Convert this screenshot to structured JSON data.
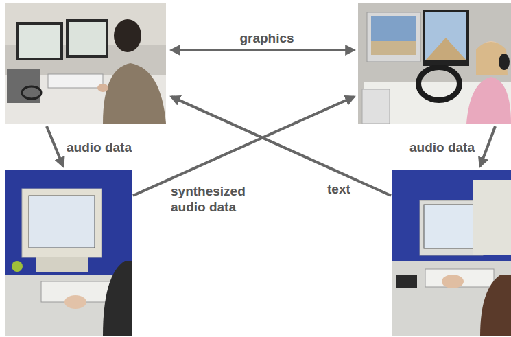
{
  "diagram": {
    "labels": [
      "graphics",
      "audio data",
      "synthesized audio data",
      "text",
      "audio data"
    ]
  }
}
